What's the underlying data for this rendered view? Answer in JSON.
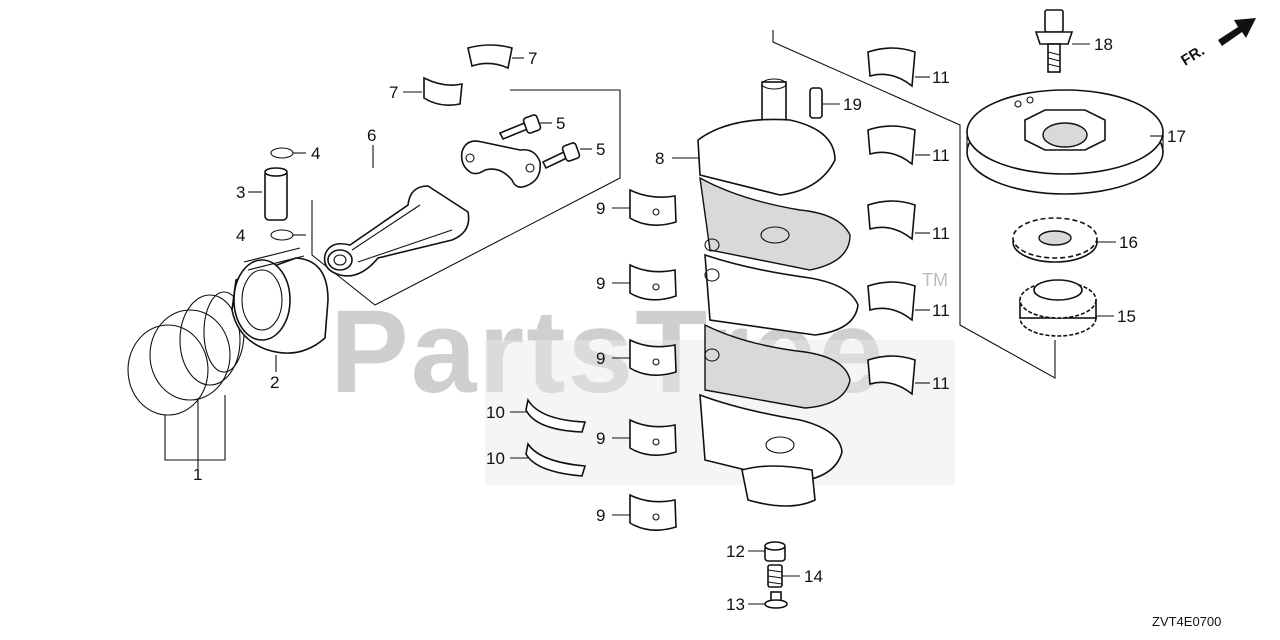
{
  "diagram": {
    "watermark": "PartsTree",
    "watermark_tm": "TM",
    "direction_label": "FR.",
    "diagram_code": "ZVT4E0700",
    "callouts": [
      {
        "id": "c1",
        "text": "1"
      },
      {
        "id": "c2",
        "text": "2"
      },
      {
        "id": "c3",
        "text": "3"
      },
      {
        "id": "c4a",
        "text": "4"
      },
      {
        "id": "c4b",
        "text": "4"
      },
      {
        "id": "c5a",
        "text": "5"
      },
      {
        "id": "c5b",
        "text": "5"
      },
      {
        "id": "c6",
        "text": "6"
      },
      {
        "id": "c7a",
        "text": "7"
      },
      {
        "id": "c7b",
        "text": "7"
      },
      {
        "id": "c8",
        "text": "8"
      },
      {
        "id": "c9a",
        "text": "9"
      },
      {
        "id": "c9b",
        "text": "9"
      },
      {
        "id": "c9c",
        "text": "9"
      },
      {
        "id": "c9d",
        "text": "9"
      },
      {
        "id": "c9e",
        "text": "9"
      },
      {
        "id": "c10a",
        "text": "10"
      },
      {
        "id": "c10b",
        "text": "10"
      },
      {
        "id": "c11a",
        "text": "11"
      },
      {
        "id": "c11b",
        "text": "11"
      },
      {
        "id": "c11c",
        "text": "11"
      },
      {
        "id": "c11d",
        "text": "11"
      },
      {
        "id": "c11e",
        "text": "11"
      },
      {
        "id": "c12",
        "text": "12"
      },
      {
        "id": "c13",
        "text": "13"
      },
      {
        "id": "c14",
        "text": "14"
      },
      {
        "id": "c15",
        "text": "15"
      },
      {
        "id": "c16",
        "text": "16"
      },
      {
        "id": "c17",
        "text": "17"
      },
      {
        "id": "c18",
        "text": "18"
      },
      {
        "id": "c19",
        "text": "19"
      }
    ]
  }
}
